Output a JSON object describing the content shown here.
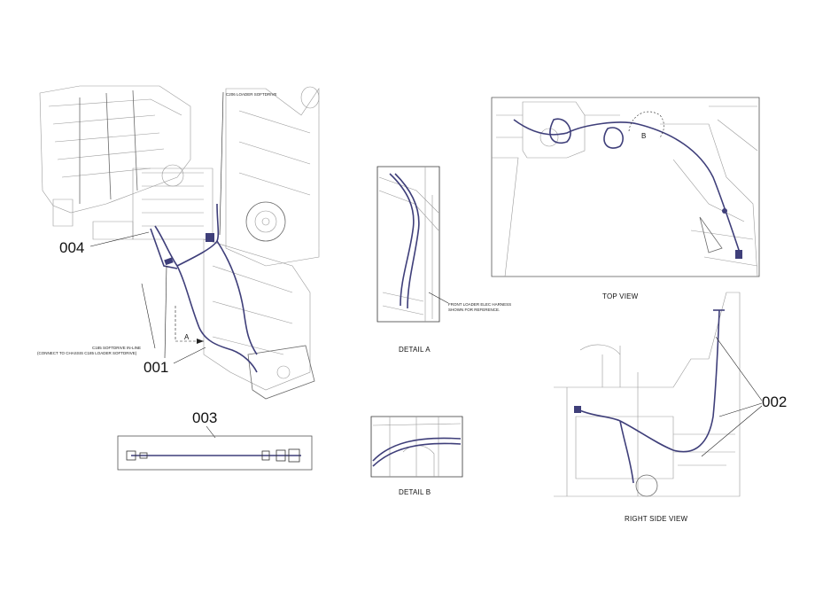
{
  "callouts": {
    "c004": "004",
    "c001": "001",
    "c003": "003",
    "c002": "002"
  },
  "notes": {
    "c206": "C206 LOADER SOFTDRIVE",
    "c185_line1": "C185 SOFTDRIVE IN-LINE",
    "c185_line2": "(CONNECT TO CHASSIS C185 LOADER SOFTDRIVE)",
    "front_loader_line1": "FRONT LOADER ELEC HARNESS",
    "front_loader_line2": "SHOWN FOR REFERENCE.",
    "letter_a": "A",
    "letter_b": "B"
  },
  "captions": {
    "detail_a": "DETAIL  A",
    "detail_b": "DETAIL  B",
    "top_view": "TOP VIEW",
    "right_side_view": "RIGHT SIDE VIEW"
  },
  "colors": {
    "harness": "#3f3f7a",
    "machine_lines": "#9a9a9a"
  }
}
